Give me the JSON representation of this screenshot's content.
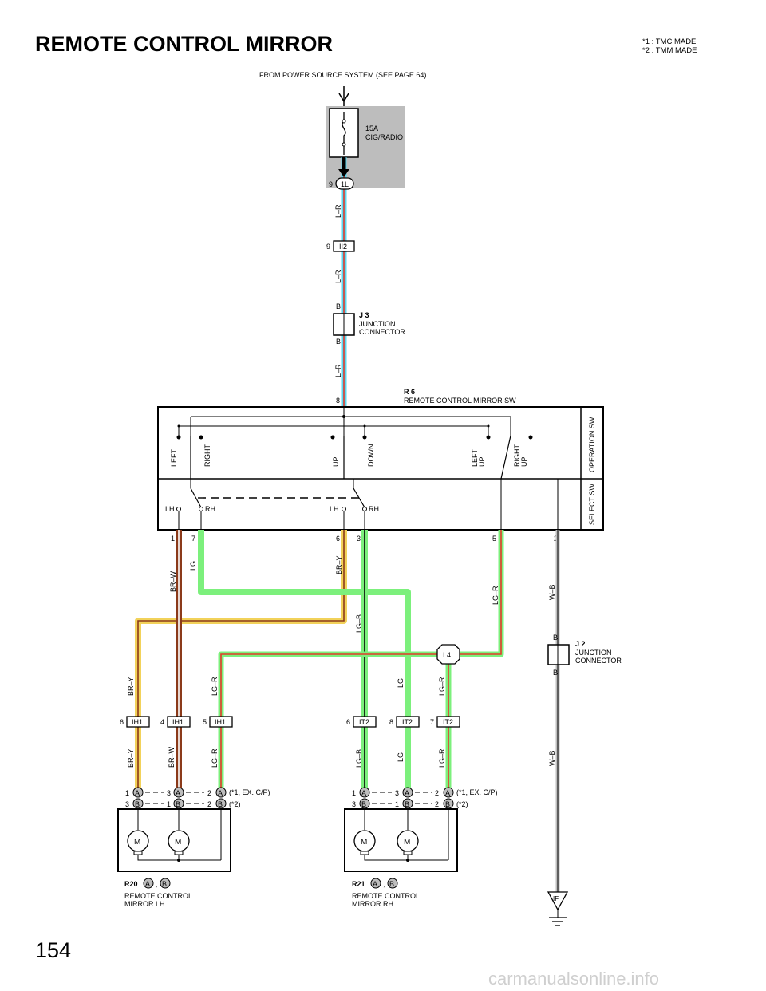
{
  "page": {
    "title": "REMOTE CONTROL MIRROR",
    "notes": [
      "*1  : TMC MADE",
      "*2  : TMM MADE"
    ],
    "page_number": "154",
    "watermark": "carmanualsonline.info"
  },
  "power_source": "FROM POWER SOURCE SYSTEM (SEE PAGE 64)",
  "fuse": {
    "rating": "15A",
    "name": "CIG/RADIO"
  },
  "connectors": {
    "c1L": {
      "pin": "9",
      "code": "1L"
    },
    "cII2": {
      "pin": "9",
      "code": "II2"
    },
    "j3": {
      "id": "J 3",
      "line1": "JUNCTION",
      "line2": "CONNECTOR",
      "pin_top": "B",
      "pin_bottom": "B"
    },
    "j2": {
      "id": "J 2",
      "line1": "JUNCTION",
      "line2": "CONNECTOR",
      "pin_top": "B",
      "pin_bottom": "B"
    },
    "i4": "I 4",
    "ih1": [
      {
        "pin": "6",
        "code": "IH1"
      },
      {
        "pin": "4",
        "code": "IH1"
      },
      {
        "pin": "5",
        "code": "IH1"
      }
    ],
    "it2": [
      {
        "pin": "6",
        "code": "IT2"
      },
      {
        "pin": "8",
        "code": "IT2"
      },
      {
        "pin": "7",
        "code": "IT2"
      }
    ],
    "ground": "IF"
  },
  "wires": {
    "lr": "L–R",
    "brw": "BR–W",
    "lg": "LG",
    "bry": "BR–Y",
    "lgb": "LG–B",
    "lgr": "LG–R",
    "wb": "W–B"
  },
  "switch": {
    "id": "R 6",
    "name": "REMOTE CONTROL MIRROR SW",
    "input_pin": "8",
    "operation_label": "OPERATION SW",
    "select_label": "SELECT SW",
    "positions": [
      "LEFT",
      "RIGHT",
      "UP",
      "DOWN",
      "LEFT",
      "UP",
      "RIGHT",
      "UP"
    ],
    "select_positions": [
      "LH",
      "RH",
      "LH",
      "RH"
    ],
    "pins": [
      "1",
      "7",
      "6",
      "3",
      "5",
      "2"
    ]
  },
  "mirror_lh": {
    "id": "R20",
    "conn_a": "A",
    "conn_b": "B",
    "sep": ",",
    "line1": "REMOTE CONTROL",
    "line2": "MIRROR LH",
    "pins_a": [
      "1",
      "3",
      "2"
    ],
    "pins_b": [
      "3",
      "1",
      "2"
    ],
    "note_a": "(*1, EX.  C/P)",
    "note_b": "(*2)",
    "motor": "M"
  },
  "mirror_rh": {
    "id": "R21",
    "conn_a": "A",
    "conn_b": "B",
    "sep": ",",
    "line1": "REMOTE CONTROL",
    "line2": "MIRROR RH",
    "pins_a": [
      "1",
      "3",
      "2"
    ],
    "pins_b": [
      "3",
      "1",
      "2"
    ],
    "note_a": "(*1, EX.  C/P)",
    "note_b": "(*2)",
    "motor": "M"
  },
  "colors": {
    "blue": "#5ad8f0",
    "red": "#e23a2a",
    "brown": "#8b3a1a",
    "yellow": "#f2d25a",
    "green": "#7cf07c",
    "grey": "#bdbdbd"
  }
}
